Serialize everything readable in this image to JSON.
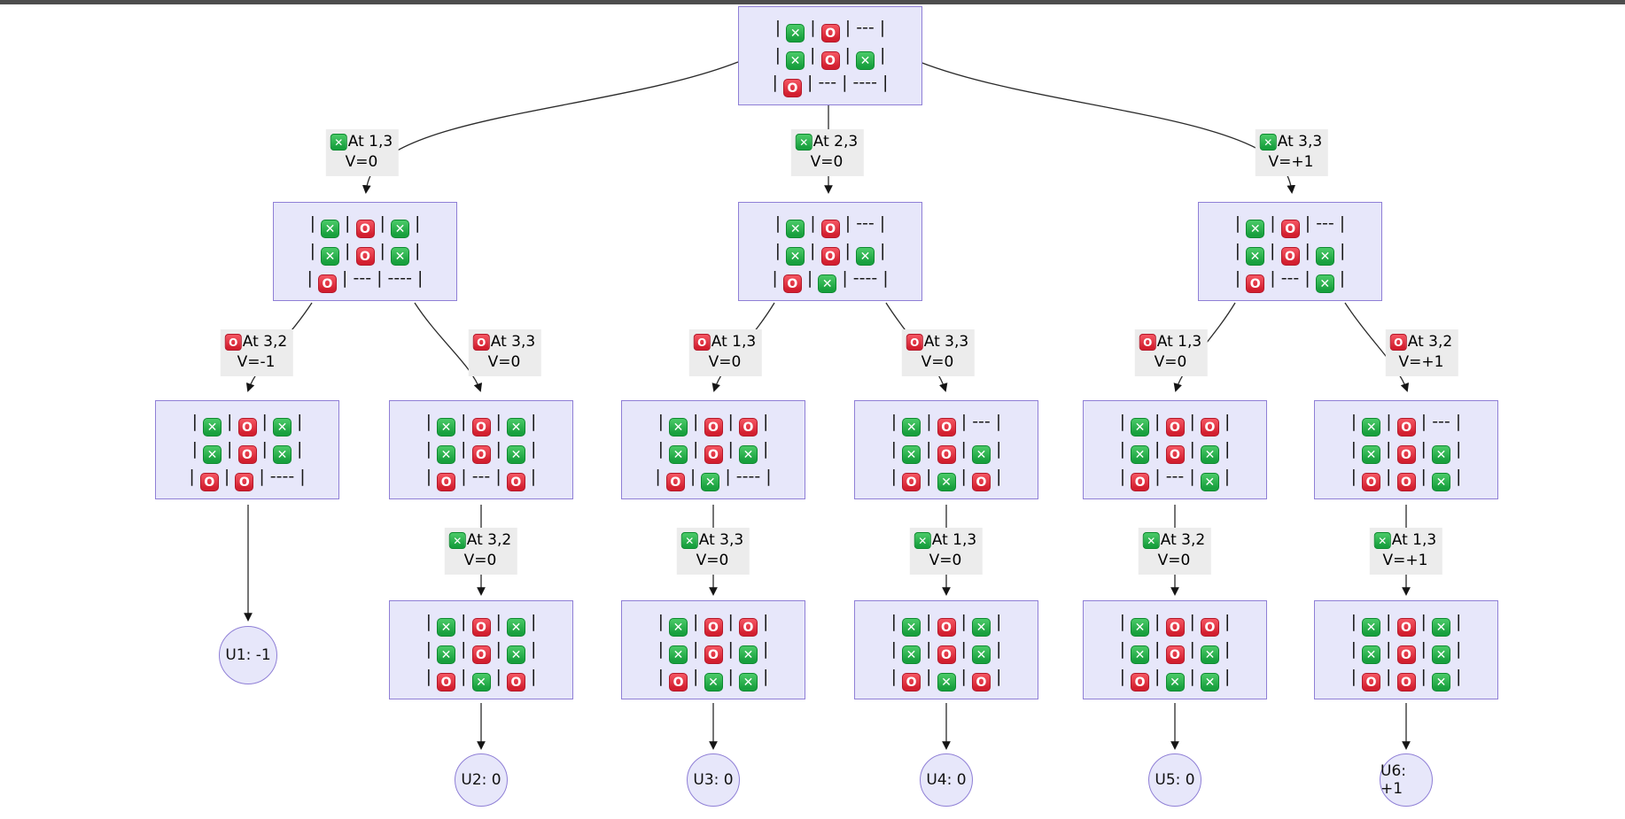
{
  "diagram_title": "tic-tac-toe game tree",
  "colors": {
    "background": "#ffffff",
    "top_edge_bar": "#4d4d4d",
    "node_fill": "#e7e7fa",
    "node_border": "#8f7fd6",
    "label_fill": "#ececec",
    "x_token_green": "#18a03e",
    "o_token_red": "#d31f2f",
    "edge_line": "#2b2b2b"
  },
  "nodes": {
    "root": {
      "board": [
        [
          "X",
          "O",
          "---"
        ],
        [
          "X",
          "O",
          "X"
        ],
        [
          "O",
          "---",
          "----"
        ]
      ]
    },
    "b1": {
      "board": [
        [
          "X",
          "O",
          "X"
        ],
        [
          "X",
          "O",
          "X"
        ],
        [
          "O",
          "---",
          "----"
        ]
      ]
    },
    "b2": {
      "board": [
        [
          "X",
          "O",
          "---"
        ],
        [
          "X",
          "O",
          "X"
        ],
        [
          "O",
          "X",
          "----"
        ]
      ]
    },
    "b3": {
      "board": [
        [
          "X",
          "O",
          "---"
        ],
        [
          "X",
          "O",
          "X"
        ],
        [
          "O",
          "---",
          "X"
        ]
      ]
    },
    "c1": {
      "board": [
        [
          "X",
          "O",
          "X"
        ],
        [
          "X",
          "O",
          "X"
        ],
        [
          "O",
          "O",
          "----"
        ]
      ]
    },
    "c2": {
      "board": [
        [
          "X",
          "O",
          "X"
        ],
        [
          "X",
          "O",
          "X"
        ],
        [
          "O",
          "---",
          "O"
        ]
      ]
    },
    "c3": {
      "board": [
        [
          "X",
          "O",
          "O"
        ],
        [
          "X",
          "O",
          "X"
        ],
        [
          "O",
          "X",
          "----"
        ]
      ]
    },
    "c4": {
      "board": [
        [
          "X",
          "O",
          "---"
        ],
        [
          "X",
          "O",
          "X"
        ],
        [
          "O",
          "X",
          "O"
        ]
      ]
    },
    "c5": {
      "board": [
        [
          "X",
          "O",
          "O"
        ],
        [
          "X",
          "O",
          "X"
        ],
        [
          "O",
          "---",
          "X"
        ]
      ]
    },
    "c6": {
      "board": [
        [
          "X",
          "O",
          "---"
        ],
        [
          "X",
          "O",
          "X"
        ],
        [
          "O",
          "O",
          "X"
        ]
      ]
    },
    "d2": {
      "board": [
        [
          "X",
          "O",
          "X"
        ],
        [
          "X",
          "O",
          "X"
        ],
        [
          "O",
          "X",
          "O"
        ]
      ]
    },
    "d3": {
      "board": [
        [
          "X",
          "O",
          "O"
        ],
        [
          "X",
          "O",
          "X"
        ],
        [
          "O",
          "X",
          "X"
        ]
      ]
    },
    "d4": {
      "board": [
        [
          "X",
          "O",
          "X"
        ],
        [
          "X",
          "O",
          "X"
        ],
        [
          "O",
          "X",
          "O"
        ]
      ]
    },
    "d5": {
      "board": [
        [
          "X",
          "O",
          "O"
        ],
        [
          "X",
          "O",
          "X"
        ],
        [
          "O",
          "X",
          "X"
        ]
      ]
    },
    "d6": {
      "board": [
        [
          "X",
          "O",
          "X"
        ],
        [
          "X",
          "O",
          "X"
        ],
        [
          "O",
          "O",
          "X"
        ]
      ]
    }
  },
  "edge_labels": {
    "t1": {
      "player": "X",
      "move": "At 1,3",
      "value": "V=0"
    },
    "t2": {
      "player": "X",
      "move": "At 2,3",
      "value": "V=0"
    },
    "t3": {
      "player": "X",
      "move": "At 3,3",
      "value": "V=+1"
    },
    "m1": {
      "player": "O",
      "move": "At 3,2",
      "value": "V=-1"
    },
    "m2": {
      "player": "O",
      "move": "At 3,3",
      "value": "V=0"
    },
    "m3": {
      "player": "O",
      "move": "At 1,3",
      "value": "V=0"
    },
    "m4": {
      "player": "O",
      "move": "At 3,3",
      "value": "V=0"
    },
    "m5": {
      "player": "O",
      "move": "At 1,3",
      "value": "V=0"
    },
    "m6": {
      "player": "O",
      "move": "At 3,2",
      "value": "V=+1"
    },
    "x2": {
      "player": "X",
      "move": "At 3,2",
      "value": "V=0"
    },
    "x3": {
      "player": "X",
      "move": "At 3,3",
      "value": "V=0"
    },
    "x4": {
      "player": "X",
      "move": "At 1,3",
      "value": "V=0"
    },
    "x5": {
      "player": "X",
      "move": "At 3,2",
      "value": "V=0"
    },
    "x6": {
      "player": "X",
      "move": "At 1,3",
      "value": "V=+1"
    }
  },
  "leaves": {
    "u1": {
      "label": "U1: -1"
    },
    "u2": {
      "label": "U2: 0"
    },
    "u3": {
      "label": "U3: 0"
    },
    "u4": {
      "label": "U4: 0"
    },
    "u5": {
      "label": "U5: 0"
    },
    "u6": {
      "label": "U6: +1"
    }
  },
  "edges": [
    {
      "from": "root",
      "to": "b1",
      "label": "t1"
    },
    {
      "from": "root",
      "to": "b2",
      "label": "t2"
    },
    {
      "from": "root",
      "to": "b3",
      "label": "t3"
    },
    {
      "from": "b1",
      "to": "c1",
      "label": "m1"
    },
    {
      "from": "b1",
      "to": "c2",
      "label": "m2"
    },
    {
      "from": "b2",
      "to": "c3",
      "label": "m3"
    },
    {
      "from": "b2",
      "to": "c4",
      "label": "m4"
    },
    {
      "from": "b3",
      "to": "c5",
      "label": "m5"
    },
    {
      "from": "b3",
      "to": "c6",
      "label": "m6"
    },
    {
      "from": "c1",
      "to": "u1",
      "label": null
    },
    {
      "from": "c2",
      "to": "d2",
      "label": "x2"
    },
    {
      "from": "c3",
      "to": "d3",
      "label": "x3"
    },
    {
      "from": "c4",
      "to": "d4",
      "label": "x4"
    },
    {
      "from": "c5",
      "to": "d5",
      "label": "x5"
    },
    {
      "from": "c6",
      "to": "d6",
      "label": "x6"
    },
    {
      "from": "d2",
      "to": "u2",
      "label": null
    },
    {
      "from": "d3",
      "to": "u3",
      "label": null
    },
    {
      "from": "d4",
      "to": "u4",
      "label": null
    },
    {
      "from": "d5",
      "to": "u5",
      "label": null
    },
    {
      "from": "d6",
      "to": "u6",
      "label": null
    }
  ]
}
